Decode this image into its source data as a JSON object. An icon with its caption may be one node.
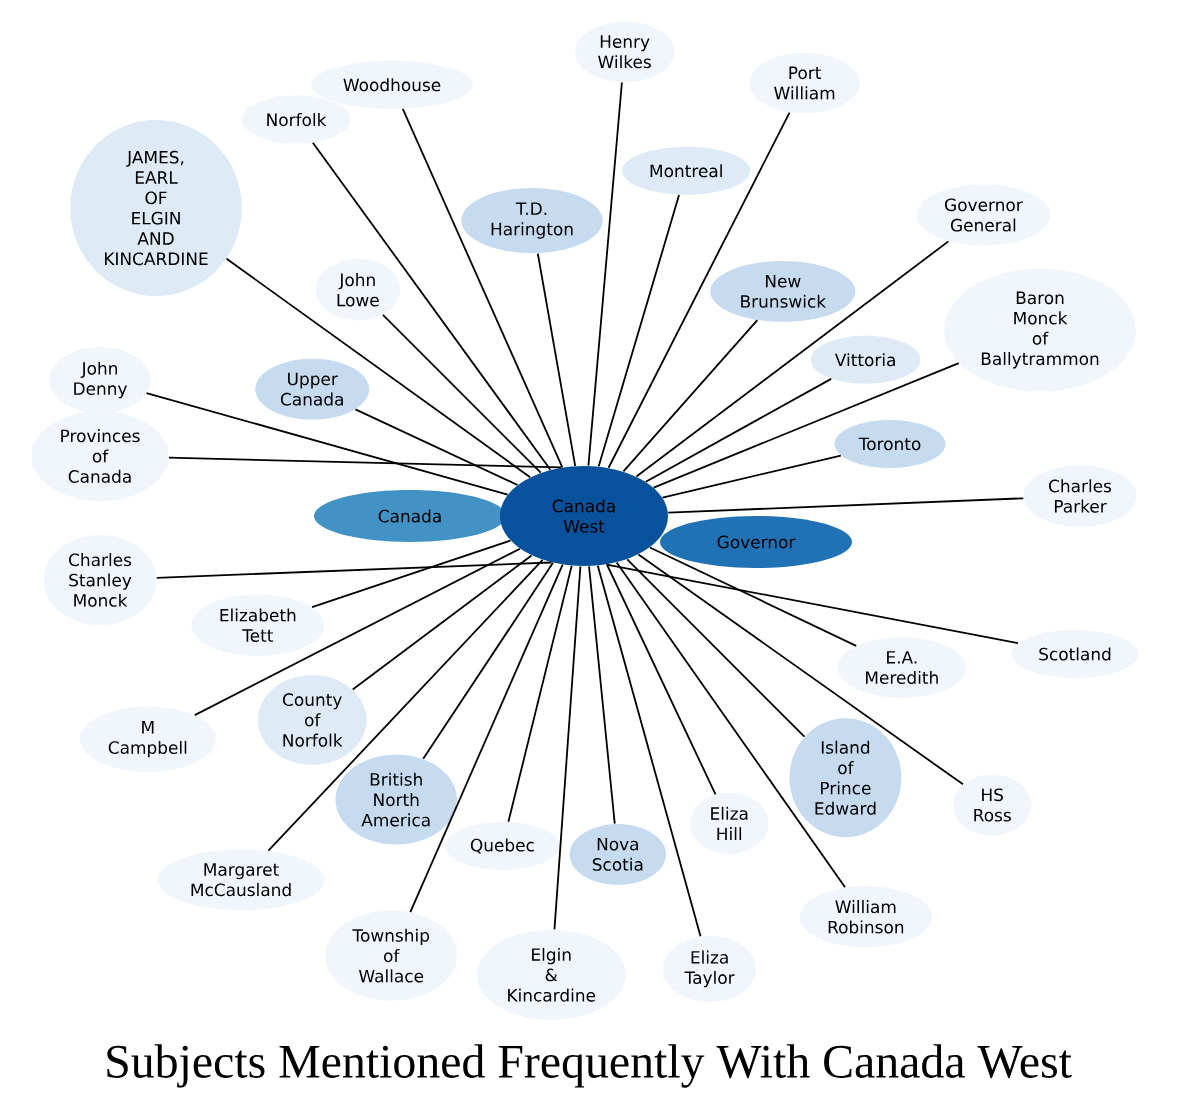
{
  "diagram": {
    "title": "Subjects Mentioned Frequently With Canada West",
    "nodes": [
      {
        "text": [
          "Henry Wilkes"
        ]
      },
      {
        "text": [
          "Woodhouse"
        ]
      },
      {
        "text": [
          "Norfolk"
        ]
      },
      {
        "text": [
          "John Lowe"
        ]
      },
      {
        "text": [
          "Montreal"
        ]
      },
      {
        "text": [
          "Port William"
        ]
      },
      {
        "text": [
          "JAMES, EARL OF ELGIN AND KINCARDINE"
        ]
      },
      {
        "text": [
          "T.D. Harington"
        ]
      },
      {
        "text": [
          "John Denny"
        ]
      },
      {
        "text": [
          "Vittoria"
        ]
      },
      {
        "text": [
          "Governor General"
        ]
      },
      {
        "text": [
          "Provinces of Canada"
        ]
      },
      {
        "text": [
          "New Brunswick"
        ]
      },
      {
        "text": [
          "Upper Canada"
        ]
      },
      {
        "text": [
          "Baron Monck of Ballytrammon"
        ]
      },
      {
        "text": [
          "Charles Stanley Monck"
        ]
      },
      {
        "text": [
          "Toronto"
        ]
      },
      {
        "text": [
          "Elizabeth Tett"
        ]
      },
      {
        "text": [
          "Canada"
        ]
      },
      {
        "text": [
          "Canada West"
        ]
      },
      {
        "text": [
          "Governor"
        ]
      },
      {
        "text": [
          "Charles Parker"
        ]
      },
      {
        "text": [
          "M Campbell"
        ]
      },
      {
        "text": [
          "Island of Prince Edward"
        ]
      },
      {
        "text": [
          "Scotland"
        ]
      },
      {
        "text": [
          "County of Norfolk"
        ]
      },
      {
        "text": [
          "British North America"
        ]
      },
      {
        "text": [
          "Margaret McCausland"
        ]
      },
      {
        "text": [
          "Nova Scotia"
        ]
      },
      {
        "text": [
          "E.A. Meredith"
        ]
      },
      {
        "text": [
          "Township of Wallace"
        ]
      },
      {
        "text": [
          "HS Ross"
        ]
      },
      {
        "text": [
          "Quebec"
        ]
      },
      {
        "text": [
          "William Robinson"
        ]
      },
      {
        "text": [
          "Elgin & Kincardine"
        ]
      },
      {
        "text": [
          "Eliza Taylor"
        ]
      },
      {
        "text": [
          "Eliza Hill"
        ]
      }
    ],
    "edges": [
      {
        "from": 19,
        "to": 0,
        "arrow": "none"
      },
      {
        "from": 19,
        "to": 1,
        "arrow": "none"
      },
      {
        "from": 19,
        "to": 2,
        "arrow": "none"
      },
      {
        "from": 19,
        "to": 3,
        "arrow": "none"
      },
      {
        "from": 19,
        "to": 4,
        "arrow": "none"
      },
      {
        "from": 19,
        "to": 5,
        "arrow": "none"
      },
      {
        "from": 19,
        "to": 6,
        "arrow": "none"
      },
      {
        "from": 19,
        "to": 7,
        "arrow": "none"
      },
      {
        "from": 19,
        "to": 8,
        "arrow": "none"
      },
      {
        "from": 19,
        "to": 9,
        "arrow": "none"
      },
      {
        "from": 19,
        "to": 10,
        "arrow": "none"
      },
      {
        "from": 19,
        "to": 11,
        "arrow": "none"
      },
      {
        "from": 19,
        "to": 12,
        "arrow": "none"
      },
      {
        "from": 19,
        "to": 13,
        "arrow": "none"
      },
      {
        "from": 19,
        "to": 14,
        "arrow": "none"
      },
      {
        "from": 19,
        "to": 15,
        "arrow": "none"
      },
      {
        "from": 19,
        "to": 16,
        "arrow": "none"
      },
      {
        "from": 19,
        "to": 17,
        "arrow": "none"
      },
      {
        "from": 19,
        "to": 21,
        "arrow": "none"
      },
      {
        "from": 19,
        "to": 22,
        "arrow": "none"
      },
      {
        "from": 19,
        "to": 23,
        "arrow": "none"
      },
      {
        "from": 19,
        "to": 24,
        "arrow": "none"
      },
      {
        "from": 19,
        "to": 25,
        "arrow": "none"
      },
      {
        "from": 19,
        "to": 26,
        "arrow": "none"
      },
      {
        "from": 19,
        "to": 27,
        "arrow": "none"
      },
      {
        "from": 19,
        "to": 28,
        "arrow": "none"
      },
      {
        "from": 19,
        "to": 29,
        "arrow": "none"
      },
      {
        "from": 19,
        "to": 30,
        "arrow": "none"
      },
      {
        "from": 19,
        "to": 31,
        "arrow": "none"
      },
      {
        "from": 19,
        "to": 32,
        "arrow": "none"
      },
      {
        "from": 19,
        "to": 33,
        "arrow": "none"
      },
      {
        "from": 19,
        "to": 34,
        "arrow": "none"
      },
      {
        "from": 19,
        "to": 35,
        "arrow": "none"
      },
      {
        "from": 19,
        "to": 36,
        "arrow": "none"
      }
    ]
  }
}
